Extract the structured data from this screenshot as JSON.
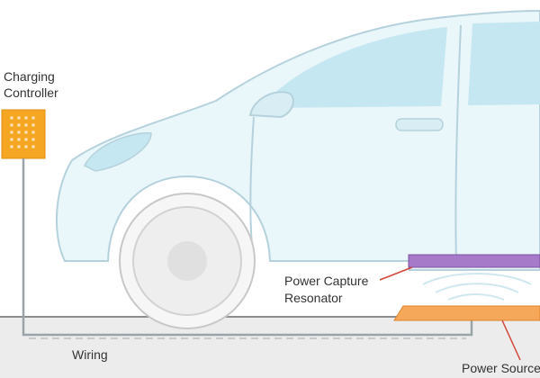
{
  "labels": {
    "charging_controller_line1": "Charging",
    "charging_controller_line2": "Controller",
    "power_capture_line1": "Power Capture",
    "power_capture_line2": "Resonator",
    "wiring": "Wiring",
    "power_source": "Power Source"
  },
  "colors": {
    "car_body": "#e9f6fa",
    "car_outline": "#b5d2dc",
    "glass": "#c5e7f1",
    "controller": "#f5a623",
    "capture_resonator": "#a77ac9",
    "source_pad": "#f5a85a",
    "pointer_line": "#d2473a",
    "wire": "#9aa3a8",
    "ground": "#dcdcdc"
  }
}
